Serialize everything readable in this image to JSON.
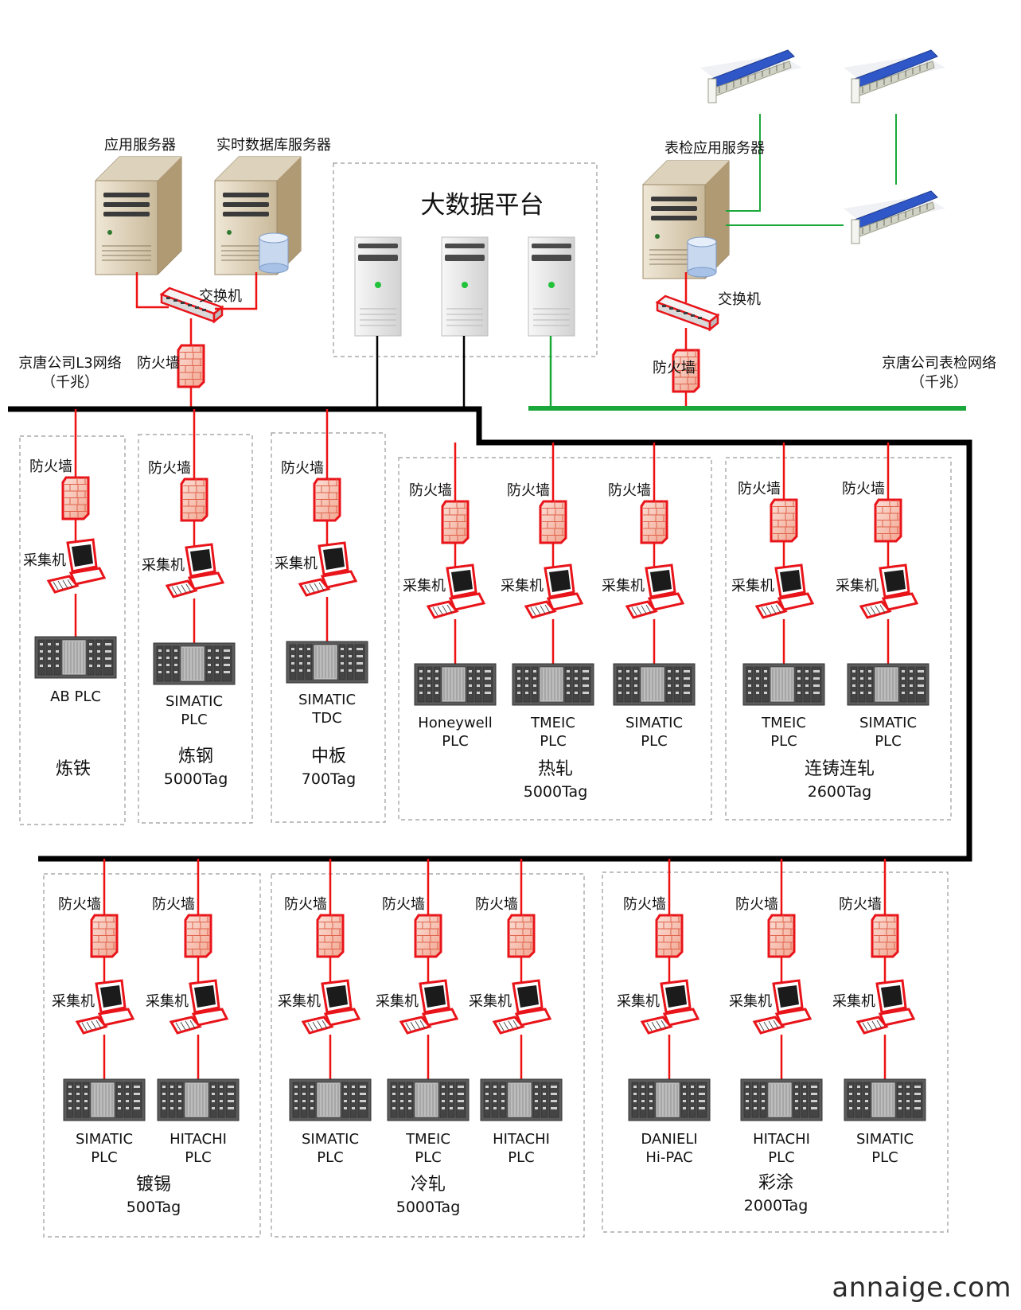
{
  "top": {
    "app_server_label": "应用服务器",
    "rtdb_server_label": "实时数据库服务器",
    "switch_left_label": "交换机",
    "firewall_left_label": "防火墙",
    "net_left_line1": "京唐公司L3网络",
    "net_left_line2": "（千兆）",
    "bigdata_title": "大数据平台",
    "inspect_server_label": "表检应用服务器",
    "switch_right_label": "交换机",
    "firewall_right_label": "防火墙",
    "net_right_line1": "京唐公司表检网络",
    "net_right_line2": "（千兆）"
  },
  "common": {
    "firewall": "防火墙",
    "collector": "采集机"
  },
  "groups": [
    {
      "name": "炼铁",
      "tag": "",
      "units": [
        {
          "plc": [
            "AB PLC"
          ]
        }
      ]
    },
    {
      "name": "炼钢",
      "tag": "5000Tag",
      "units": [
        {
          "plc": [
            "SIMATIC",
            "PLC"
          ]
        }
      ]
    },
    {
      "name": "中板",
      "tag": "700Tag",
      "units": [
        {
          "plc": [
            "SIMATIC",
            "TDC"
          ]
        }
      ]
    },
    {
      "name": "热轧",
      "tag": "5000Tag",
      "units": [
        {
          "plc": [
            "Honeywell",
            "PLC"
          ]
        },
        {
          "plc": [
            "TMEIC",
            "PLC"
          ]
        },
        {
          "plc": [
            "SIMATIC",
            "PLC"
          ]
        }
      ]
    },
    {
      "name": "连铸连轧",
      "tag": "2600Tag",
      "units": [
        {
          "plc": [
            "TMEIC",
            "PLC"
          ]
        },
        {
          "plc": [
            "SIMATIC",
            "PLC"
          ]
        }
      ]
    },
    {
      "name": "镀锡",
      "tag": "500Tag",
      "units": [
        {
          "plc": [
            "SIMATIC",
            "PLC"
          ]
        },
        {
          "plc": [
            "HITACHI",
            "PLC"
          ]
        }
      ]
    },
    {
      "name": "冷轧",
      "tag": "5000Tag",
      "units": [
        {
          "plc": [
            "SIMATIC",
            "PLC"
          ]
        },
        {
          "plc": [
            "TMEIC",
            "PLC"
          ]
        },
        {
          "plc": [
            "HITACHI",
            "PLC"
          ]
        }
      ]
    },
    {
      "name": "彩涂",
      "tag": "2000Tag",
      "units": [
        {
          "plc": [
            "DANIELI",
            "Hi-PAC"
          ]
        },
        {
          "plc": [
            "HITACHI",
            "PLC"
          ]
        },
        {
          "plc": [
            "SIMATIC",
            "PLC"
          ]
        }
      ]
    }
  ],
  "watermark": "annaige.com",
  "colors": {
    "link": "#ee1111",
    "backbone": "#000000",
    "inspect_net": "#1aa83a",
    "dashed_box": "#999999"
  }
}
